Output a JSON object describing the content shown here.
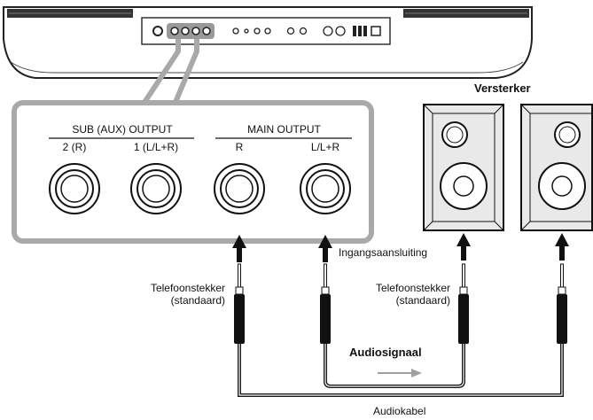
{
  "panel": {
    "group_sub": "SUB (AUX) OUTPUT",
    "group_main": "MAIN OUTPUT",
    "jack_sub2": "2 (R)",
    "jack_sub1": "1 (L/L+R)",
    "jack_main_r": "R",
    "jack_main_l": "L/L+R"
  },
  "labels": {
    "amplifier": "Versterker",
    "input_jack": "Ingangsaansluiting",
    "phone_plug_left": [
      "Telefoonstekker",
      "(standaard)"
    ],
    "phone_plug_right": [
      "Telefoonstekker",
      "(standaard)"
    ],
    "audio_signal": "Audiosignaal",
    "audio_cable": "Audiokabel"
  },
  "colors": {
    "panel_border": "#a9a9a9",
    "speaker_fill": "#e9e9e9",
    "cable": "#1a1a1a",
    "signal_arrow": "#a0a0a0"
  }
}
